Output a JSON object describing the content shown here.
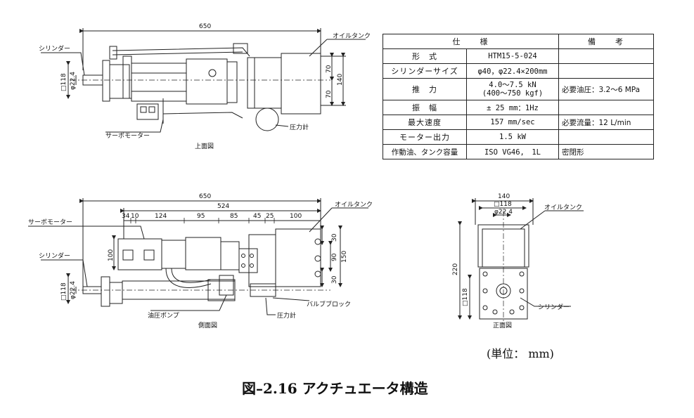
{
  "spec_table": {
    "header": {
      "spec": "仕　　様",
      "remarks": "備　　考"
    },
    "rows": [
      {
        "name": "形　式",
        "value": "HTM15-5-024",
        "note": ""
      },
      {
        "name": "シリンダーサイズ",
        "value": "φ40，φ22.4×200mm",
        "note": ""
      },
      {
        "name": "推　力",
        "value": "4.0～7.5 kN",
        "value2": "(400～750 kgf)",
        "note": "必要油圧：3.2～6 MPa"
      },
      {
        "name": "振　幅",
        "value": "± 25 mm：1Hz",
        "note": ""
      },
      {
        "name": "最大速度",
        "value": "157 mm/sec",
        "note": "必要流量：12 L/min"
      },
      {
        "name": "モーター出力",
        "value": "1.5 kW",
        "note": ""
      },
      {
        "name": "作動油、タンク容量",
        "value": "ISO VG46,　1L",
        "note": "密閉形"
      }
    ]
  },
  "top_view": {
    "title": "上面図",
    "labels": {
      "cylinder": "シリンダー",
      "oil_tank": "オイルタンク",
      "servo_motor": "サーボモーター",
      "pressure_gauge": "圧力計"
    },
    "dims": {
      "total": "650",
      "d118": "□118",
      "d224": "φ22.4",
      "h70a": "70",
      "h70b": "70",
      "h140": "140"
    }
  },
  "side_view": {
    "title": "側面図",
    "labels": {
      "servo_motor": "サーボモーター",
      "cylinder": "シリンダー",
      "oil_tank": "オイルタンク",
      "oil_pump": "油圧ポンプ",
      "pressure_gauge": "圧力計",
      "valve_block": "バルブブロック"
    },
    "dims": {
      "total": "650",
      "d524": "524",
      "seg": [
        "34",
        "10",
        "124",
        "95",
        "85",
        "45",
        "25",
        "100"
      ],
      "h100": "100",
      "d118": "□118",
      "d224": "φ22.4",
      "r30a": "30",
      "r90": "90",
      "r30b": "30",
      "r150": "150"
    }
  },
  "front_view": {
    "title": "正面図",
    "labels": {
      "oil_tank": "オイルタンク",
      "cylinder": "シリンダー"
    },
    "dims": {
      "w140": "140",
      "d118": "□118",
      "d224": "φ22.4",
      "h220": "220",
      "h118": "□118"
    }
  },
  "unit_note": "(単位：  mm)",
  "figure_caption": "図–2.16 アクチュエータ構造"
}
